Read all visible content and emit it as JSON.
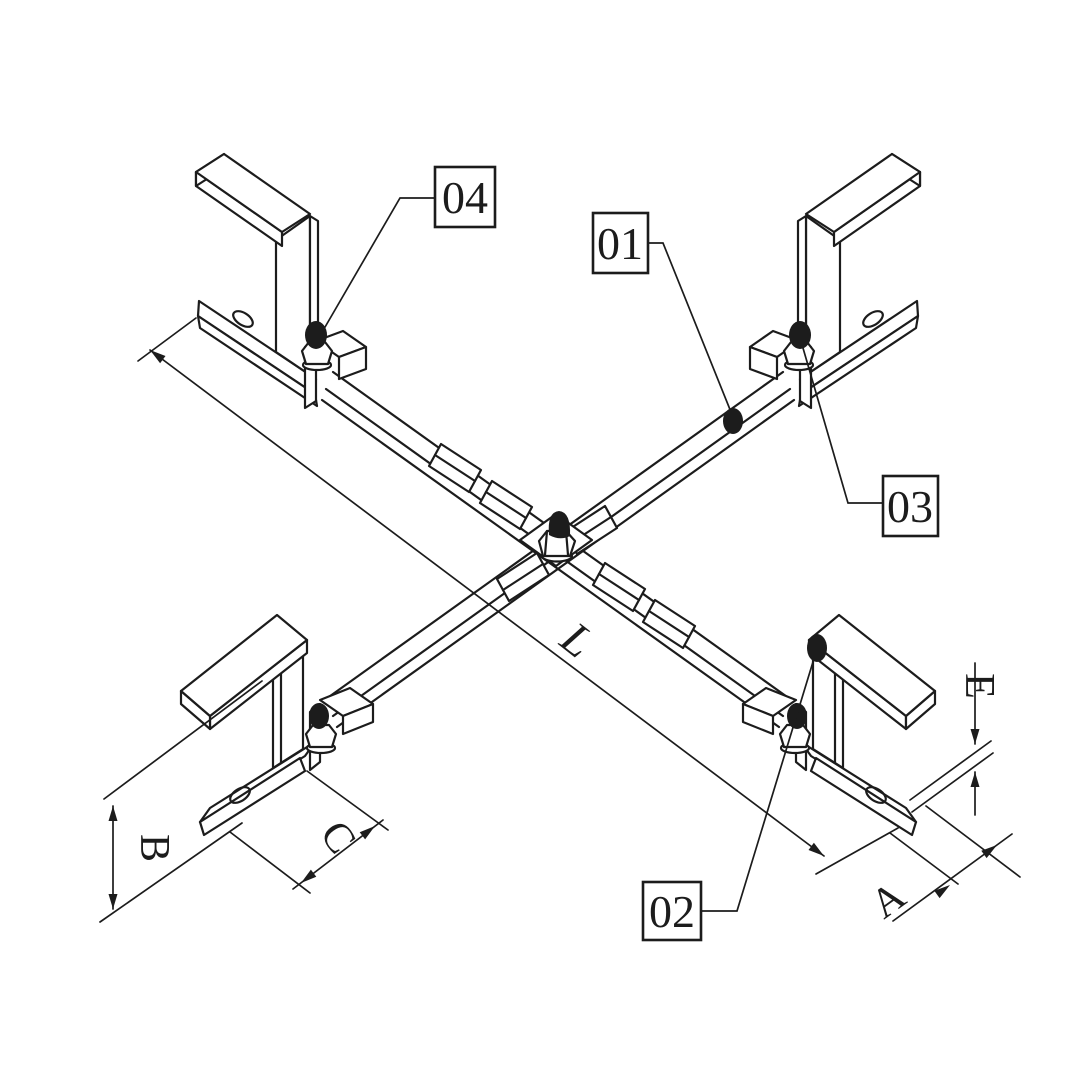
{
  "drawing": {
    "type": "isometric-assembly-drawing",
    "background": "#ffffff",
    "line_color": "#1c1c1c",
    "callouts": {
      "c04": {
        "label": "04"
      },
      "c01": {
        "label": "01"
      },
      "c03": {
        "label": "03"
      },
      "c02": {
        "label": "02"
      }
    },
    "dimensions": {
      "overall_length": {
        "label": "L"
      },
      "bracket_height": {
        "label": "B"
      },
      "left_plate_width": {
        "label": "C"
      },
      "right_plate_width": {
        "label": "A"
      },
      "plate_thickness": {
        "label": "E"
      }
    }
  }
}
